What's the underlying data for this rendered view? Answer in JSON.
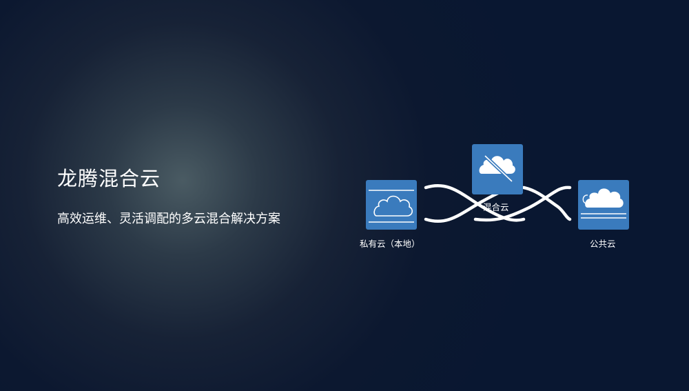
{
  "slide": {
    "title": "龙腾混合云",
    "subtitle": "高效运维、灵活调配的多云混合解决方案"
  },
  "diagram": {
    "private_cloud": {
      "label": "私有云（本地）",
      "icon": "cloud-server-icon"
    },
    "hybrid_cloud": {
      "label": "混合云",
      "icon": "hybrid-cloud-icon"
    },
    "public_cloud": {
      "label": "公共云",
      "icon": "cloud-stack-icon"
    }
  },
  "colors": {
    "tile_blue": "#3a7bbd",
    "background_dark": "#0a1731",
    "text": "#ffffff"
  }
}
